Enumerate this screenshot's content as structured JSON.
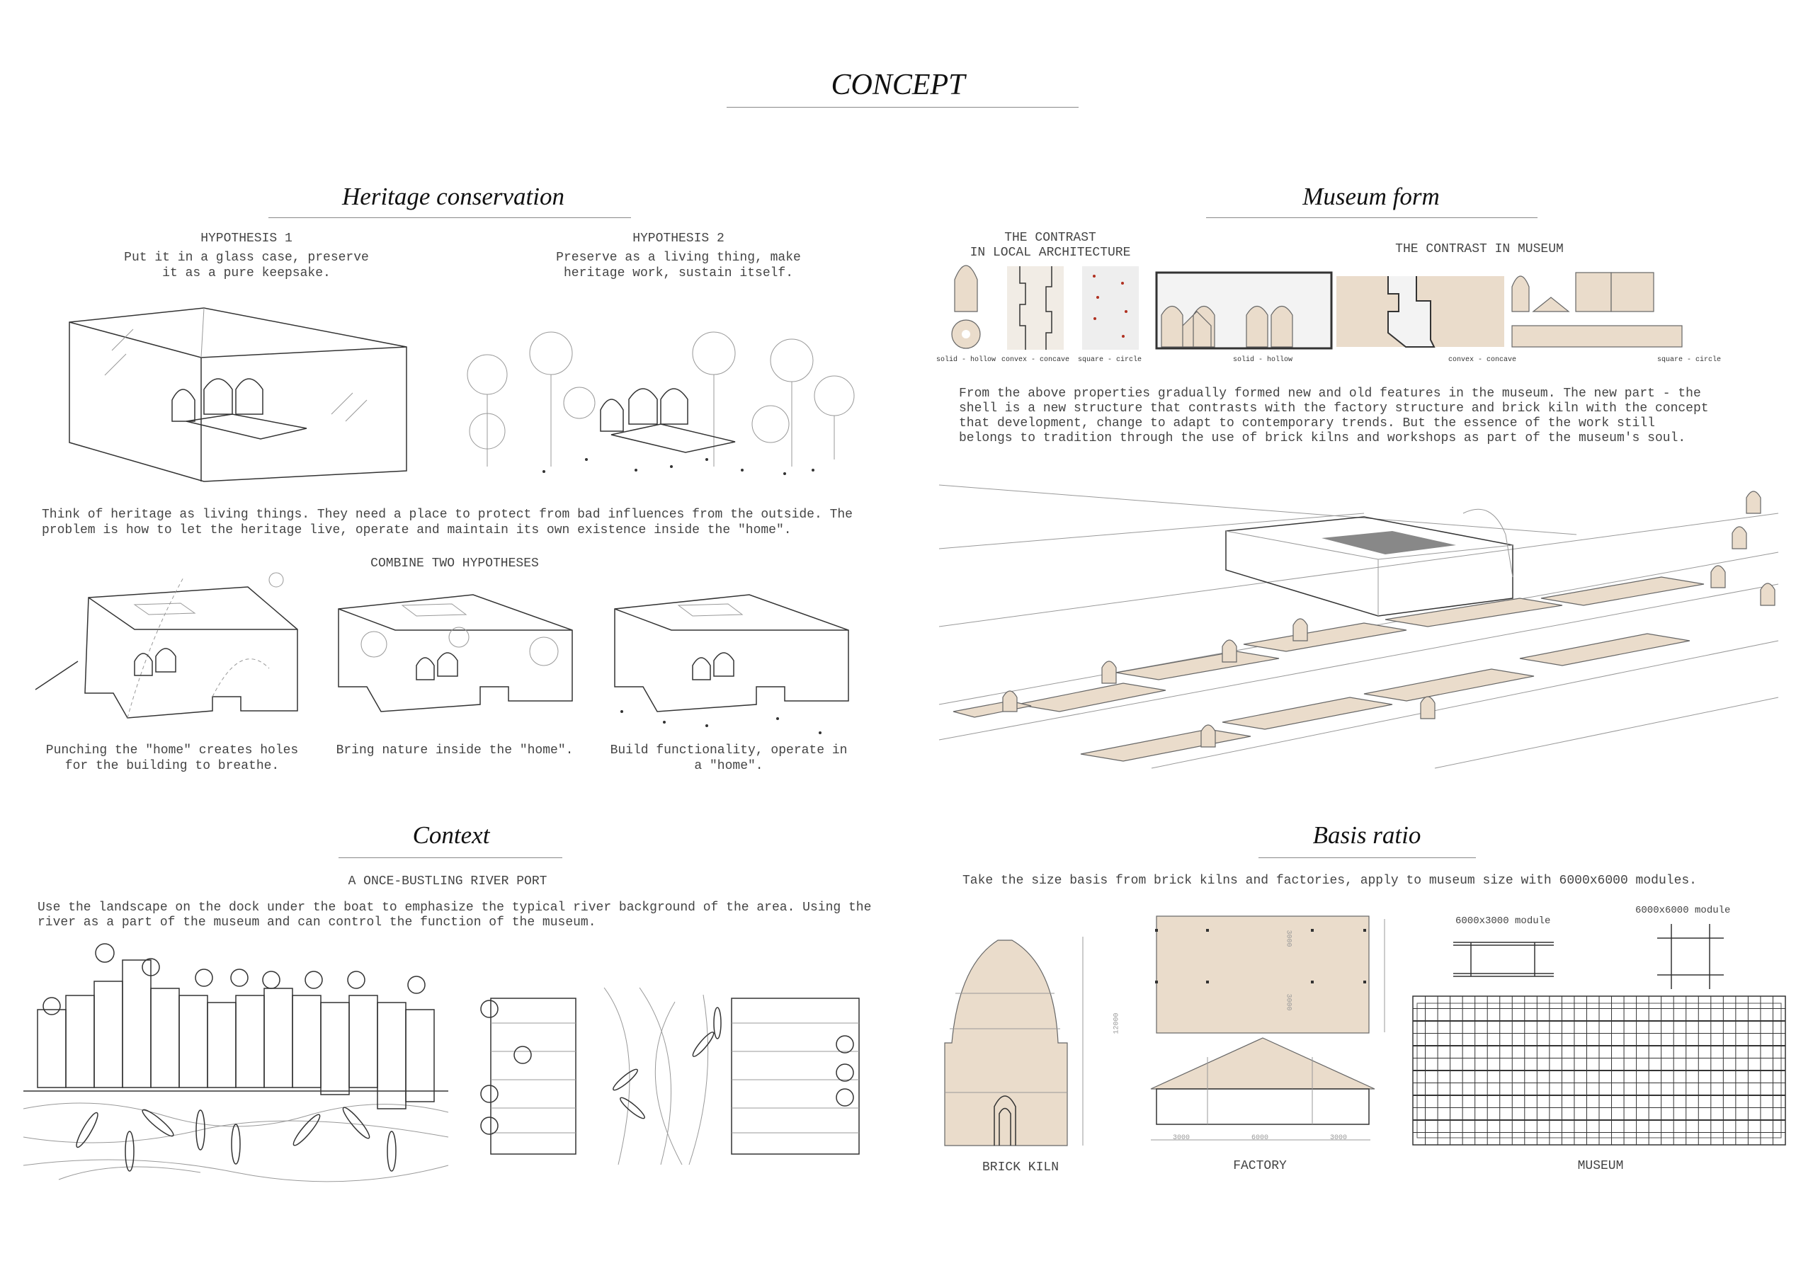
{
  "header": {
    "title": "CONCEPT"
  },
  "heritage": {
    "title": "Heritage conservation",
    "hypothesis1": {
      "label": "HYPOTHESIS 1",
      "line1": "Put it in a glass case, preserve",
      "line2": "it as a pure keepsake."
    },
    "hypothesis2": {
      "label": "HYPOTHESIS 2",
      "line1": "Preserve as a living thing, make",
      "line2": "heritage work, sustain itself."
    },
    "paragraph_line1": "Think of heritage as living things. They need a place to protect from bad influences from the outside. The",
    "paragraph_line2": "problem is how to let the heritage live, operate and maintain its own existence inside the \"home\".",
    "combine_label": "COMBINE TWO HYPOTHESES",
    "captions": [
      {
        "line1": "Punching the \"home\" creates holes",
        "line2": "for the building to breathe."
      },
      {
        "line1": "Bring nature inside the \"home\".",
        "line2": ""
      },
      {
        "line1": "Build functionality, operate in",
        "line2": "a \"home\"."
      }
    ]
  },
  "museum_form": {
    "title": "Museum form",
    "local_label_line1": "THE CONTRAST",
    "local_label_line2": "IN LOCAL ARCHITECTURE",
    "museum_label": "THE CONTRAST IN MUSEUM",
    "local_captions": [
      "solid - hollow",
      "convex - concave",
      "square - circle"
    ],
    "museum_captions": [
      "solid - hollow",
      "convex - concave",
      "square - circle"
    ],
    "paragraph": [
      "From the above properties gradually formed new and old features in the museum. The new part - the",
      "shell is a new structure that contrasts with the factory structure and brick kiln with the concept",
      "that development, change to adapt to contemporary trends. But the essence of the work still",
      "belongs to tradition through the use of brick kilns and workshops as part of the museum's soul."
    ]
  },
  "context": {
    "title": "Context",
    "subtitle": "A ONCE-BUSTLING RIVER PORT",
    "paragraph_line1": "Use the landscape on the dock under the boat to emphasize the typical river background of the area. Using the",
    "paragraph_line2": "river as a part of the museum and can control the function of the museum."
  },
  "basis": {
    "title": "Basis ratio",
    "text": "Take the size basis from brick kilns and factories, apply to museum size with 6000x6000 modules.",
    "kiln_label": "BRICK KILN",
    "kiln_dim": "12000",
    "factory_label": "FACTORY",
    "factory_dims": [
      "3000",
      "6000",
      "3000"
    ],
    "factory_side_dims": [
      "3000",
      "3000"
    ],
    "museum_label": "MUSEUM",
    "module1": "6000x3000 module",
    "module2": "6000x6000 module"
  },
  "colors": {
    "brick": "#eadccb",
    "line": "#333333",
    "accent_red": "#b03020"
  }
}
